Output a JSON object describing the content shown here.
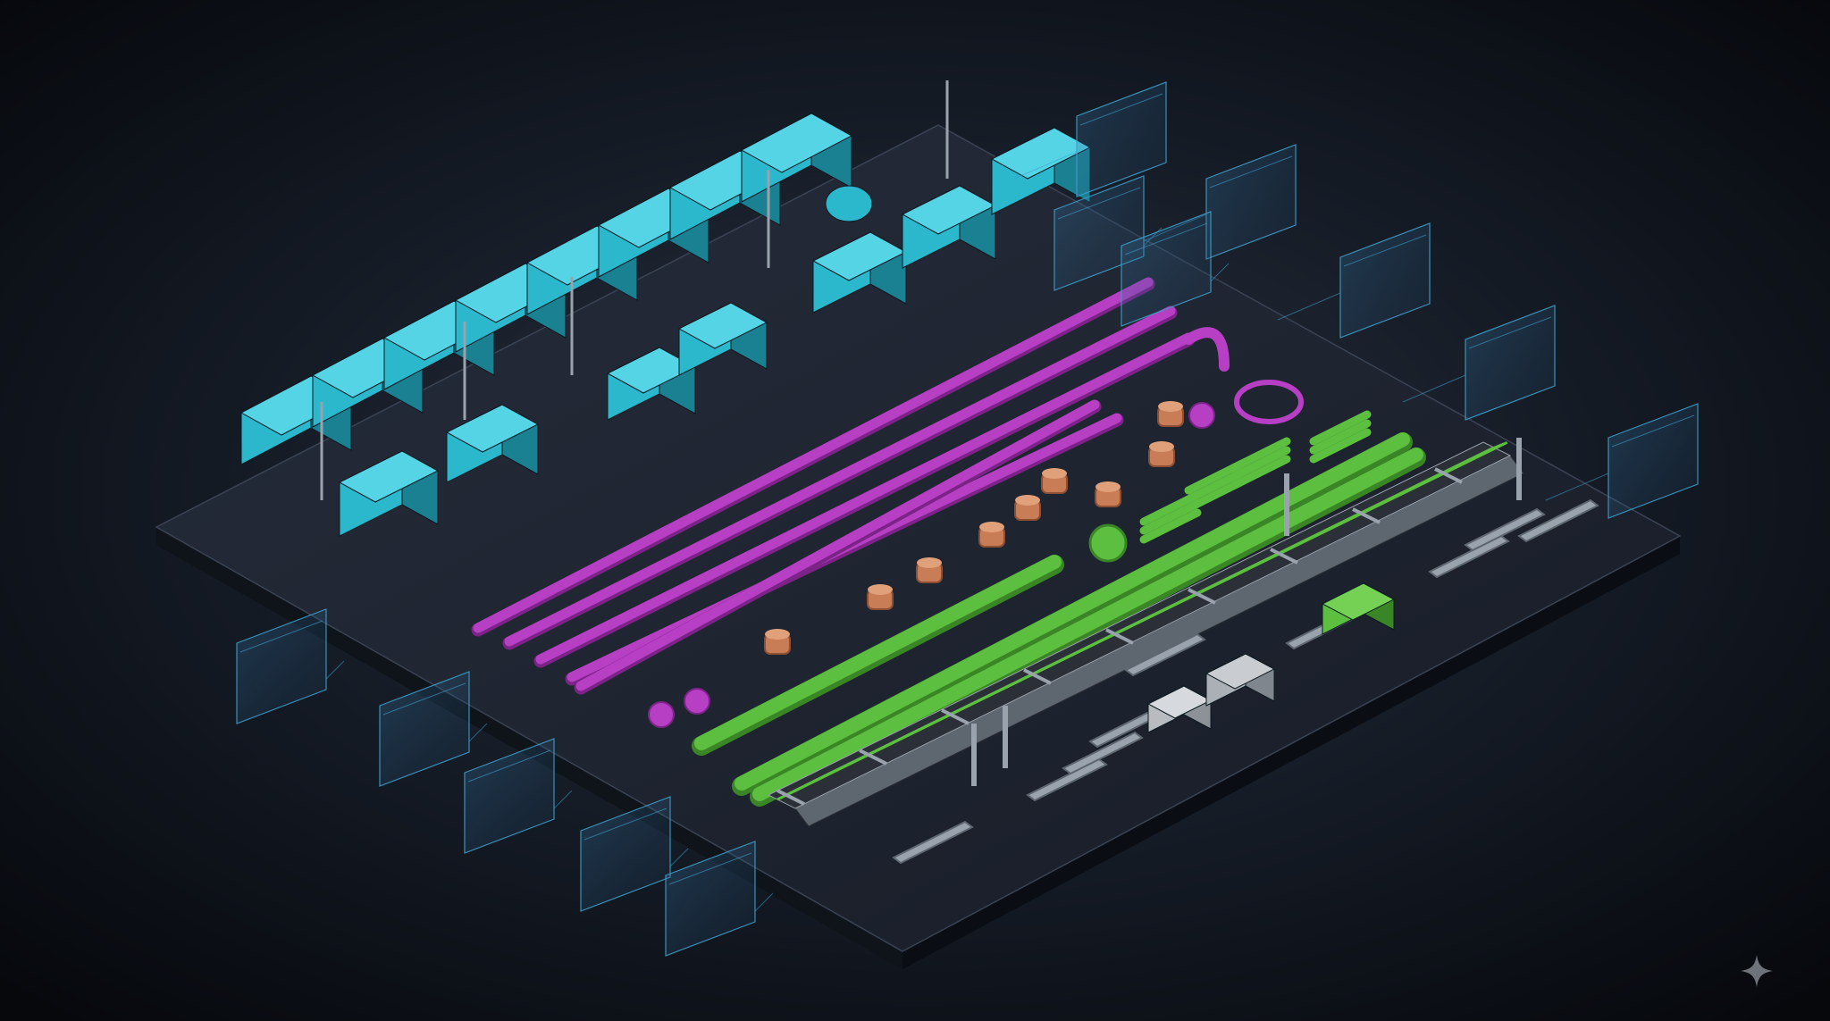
{
  "scene": {
    "background_color": "#0b0f16",
    "platform_top_color": "#1d2330",
    "platform_edge_color": "#10141c",
    "colors": {
      "duct": "#2bb7cc",
      "duct_dark": "#1a8193",
      "duct_light": "#55d4e6",
      "pipe_magenta": "#b63fc4",
      "pipe_magenta_dark": "#7b2387",
      "copper": "#c87d56",
      "copper_dark": "#8c4f33",
      "conduit_green": "#5cbf3f",
      "conduit_green_dark": "#3a8526",
      "steel": "#9aa3ad",
      "steel_dark": "#5e6670",
      "annotation_panel": "#2a5f86",
      "annotation_line": "#3f9ec9"
    },
    "groups": {
      "hvac_ducts": {
        "segment_count": 8,
        "standalone_fittings": 7
      },
      "magenta_pipes": {
        "run_count": 5
      },
      "copper_fittings": {
        "item_count": 9
      },
      "green_conduit": {
        "run_count": 3,
        "bundle_count": 4
      },
      "cable_tray": {
        "section_count": 1
      },
      "channel_struts": {
        "item_count": 9
      },
      "junction_boxes": {
        "item_count": 3
      }
    },
    "annotation_panels": {
      "count": 12,
      "content": "blank"
    },
    "corner_mark_icon": "sparkle-icon"
  }
}
